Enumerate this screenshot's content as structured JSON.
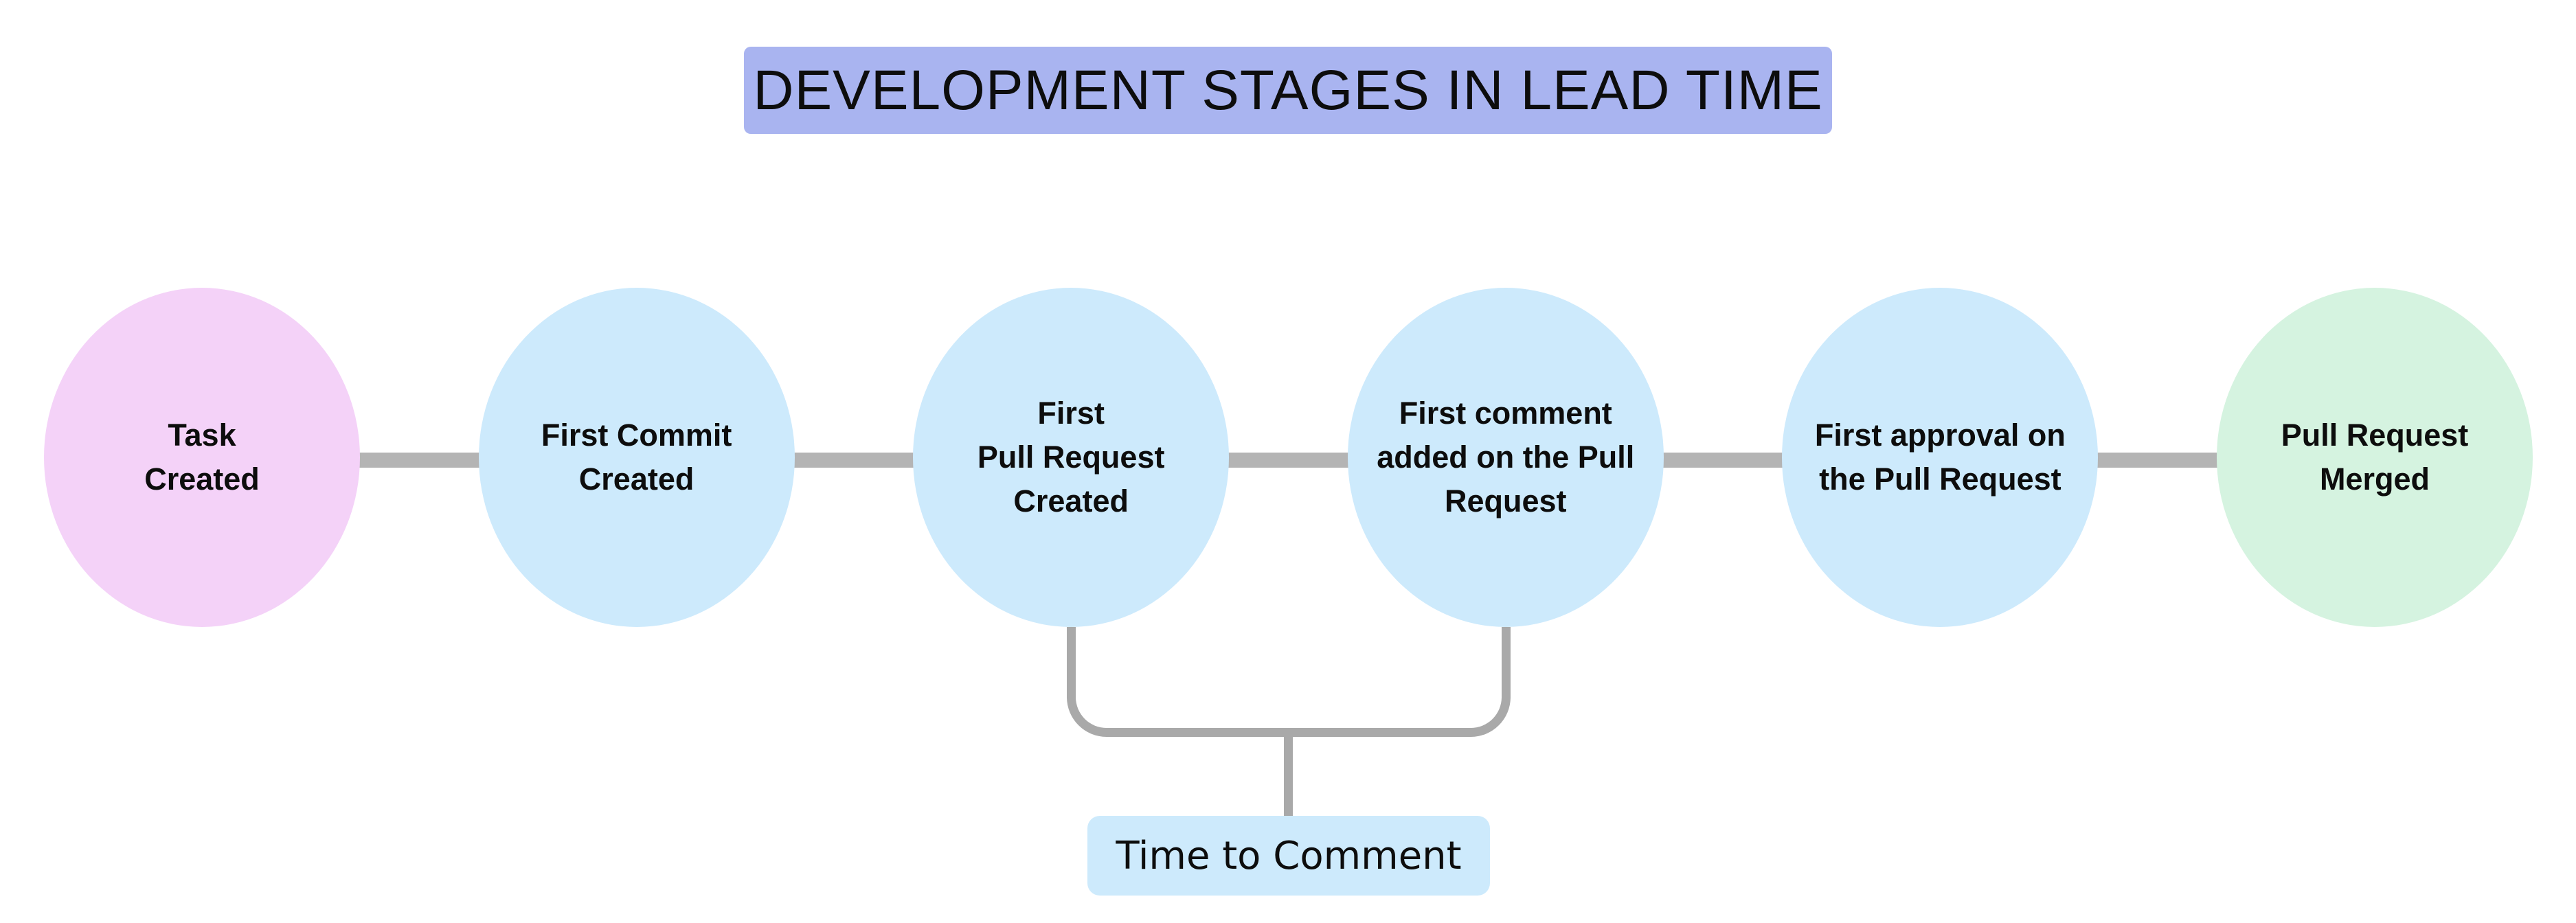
{
  "title": {
    "text": "DEVELOPMENT STAGES IN LEAD TIME",
    "bg_color": "#a9b4f0"
  },
  "stages": [
    {
      "label": "Task\nCreated",
      "color": "#f4d2f8"
    },
    {
      "label": "First Commit\nCreated",
      "color": "#cdeafc"
    },
    {
      "label": "First\nPull Request\nCreated",
      "color": "#cdeafc"
    },
    {
      "label": "First comment\nadded on the Pull\nRequest",
      "color": "#cdeafc"
    },
    {
      "label": "First approval on\nthe Pull Request",
      "color": "#cdeafc"
    },
    {
      "label": "Pull Request\nMerged",
      "color": "#d5f3e0"
    }
  ],
  "annotation": {
    "label": "Time to Comment",
    "bg_color": "#cdeafc",
    "spans_from_stage_index": 2,
    "spans_to_stage_index": 3
  },
  "connector_color": "#b4b4b4",
  "bracket_color": "#a9a9a9",
  "text_color": "#0d0d0d"
}
